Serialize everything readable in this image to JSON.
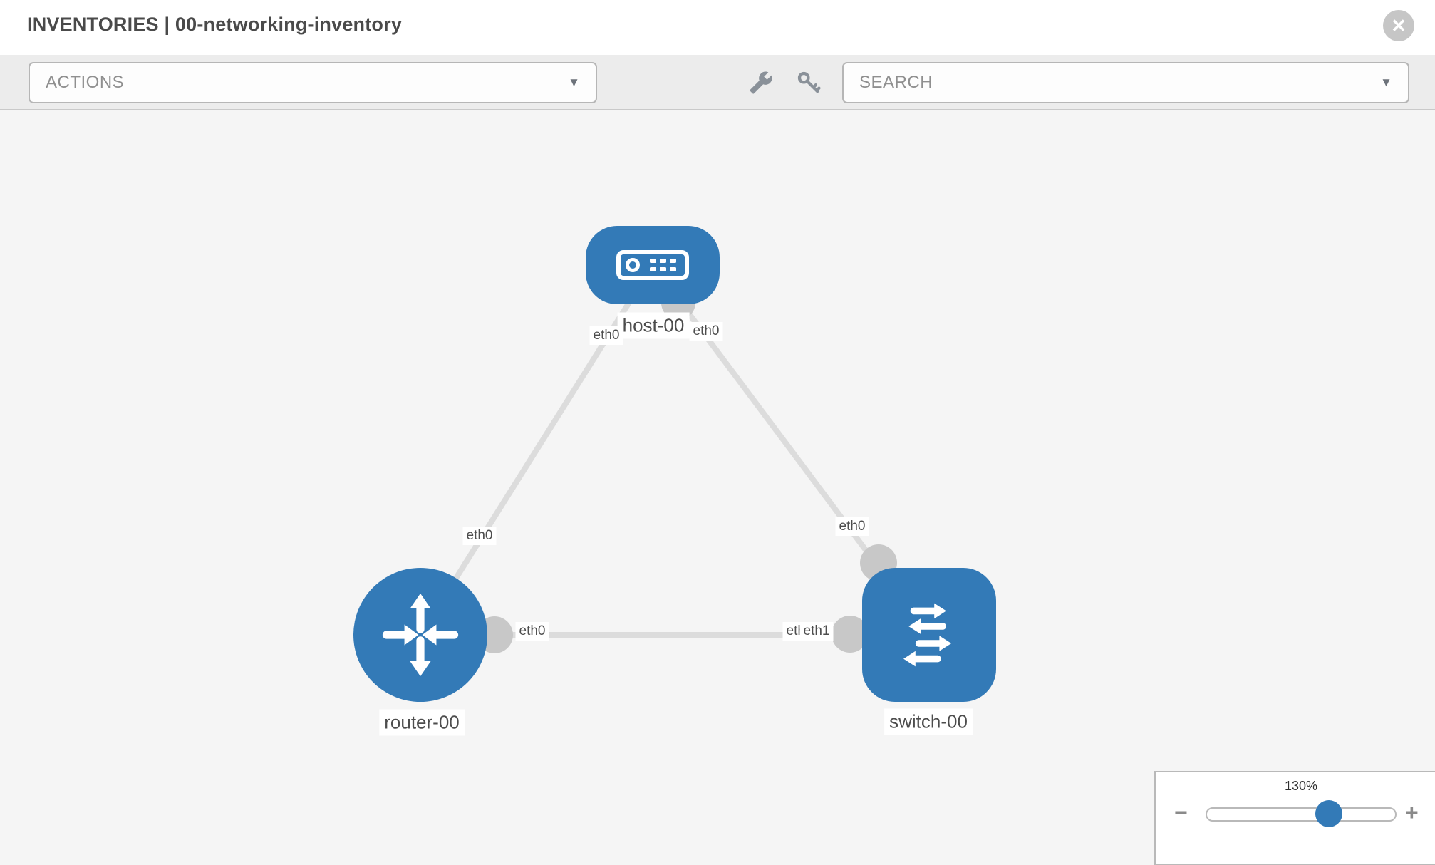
{
  "header": {
    "title": "INVENTORIES | 00-networking-inventory",
    "close_glyph": "✕"
  },
  "toolbar": {
    "actions_label": "ACTIONS",
    "search_label": "SEARCH",
    "caret_glyph": "▼",
    "icons": [
      "wrench-icon",
      "key-icon"
    ]
  },
  "topology": {
    "nodes": [
      {
        "id": "host-00",
        "label": "host-00",
        "type": "host"
      },
      {
        "id": "router-00",
        "label": "router-00",
        "type": "router"
      },
      {
        "id": "switch-00",
        "label": "switch-00",
        "type": "switch"
      }
    ],
    "links": [
      {
        "from": "host-00",
        "from_interface": "eth0",
        "to": "router-00",
        "to_interface": "eth0"
      },
      {
        "from": "host-00",
        "from_interface": "eth0",
        "to": "switch-00",
        "to_interface": "eth0"
      },
      {
        "from": "router-00",
        "from_interface": "eth0",
        "to": "switch-00",
        "to_interface": "eth1",
        "to_interface_overlapped": "eth0"
      }
    ]
  },
  "zoom_control": {
    "value": "130%",
    "minus_glyph": "−",
    "plus_glyph": "+"
  },
  "colors": {
    "node_blue": "#337ab7",
    "port_gray": "#c8c8c8",
    "link_gray": "#dcdcdc",
    "toolbar_gray": "#ececec"
  }
}
